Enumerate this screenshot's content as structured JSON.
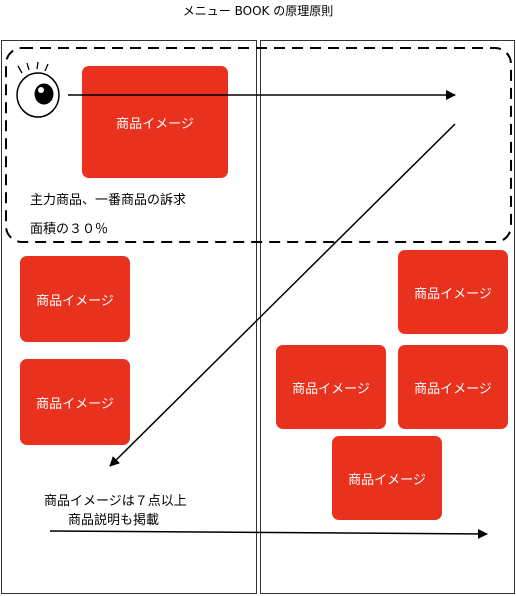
{
  "title": "メニュー BOOK の原理原則",
  "product_label": "商品イメージ",
  "products": [
    {
      "id": "main",
      "label": "商品イメージ"
    },
    {
      "id": "left-1",
      "label": "商品イメージ"
    },
    {
      "id": "left-2",
      "label": "商品イメージ"
    },
    {
      "id": "right-top",
      "label": "商品イメージ"
    },
    {
      "id": "right-mid-left",
      "label": "商品イメージ"
    },
    {
      "id": "right-mid-right",
      "label": "商品イメージ"
    },
    {
      "id": "right-bottom",
      "label": "商品イメージ"
    }
  ],
  "notes": {
    "main_line1": "主力商品、一番商品の訴求",
    "main_line2": "面積の３０％",
    "bottom_line1": "商品イメージは７点以上",
    "bottom_line2": "商品説明も掲載"
  },
  "colors": {
    "product_fill": "#e8321e",
    "product_text": "#ffffff",
    "line": "#000000"
  },
  "icons": [
    "eye-icon"
  ]
}
